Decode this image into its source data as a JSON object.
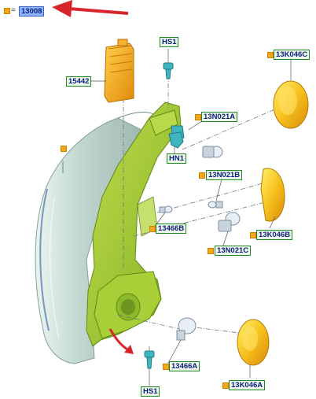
{
  "header": {
    "part_number": "13008",
    "equals_sign": "="
  },
  "callouts": {
    "hs1_top": "HS1",
    "c13k046c": "13K046C",
    "c15442": "15442",
    "c13n021a_top": "13N021A",
    "hn1": "HN1",
    "c13n021b": "13N021B",
    "c13466b": "13466B",
    "c13k046b": "13K046B",
    "c13n021c": "13N021C",
    "c13466a": "13466A",
    "hs1_bottom": "HS1",
    "c13k046a": "13K046A"
  },
  "colors": {
    "housing_green": "#9bc62e",
    "housing_dark": "#6d9620",
    "part_orange": "#f2a51c",
    "callout_border": "#1d8a1d",
    "callout_text": "#0a1f7a",
    "highlight_blue": "#8fb4ff",
    "arrow_red": "#d7262b",
    "lens_blue": "#8ab6c4"
  }
}
